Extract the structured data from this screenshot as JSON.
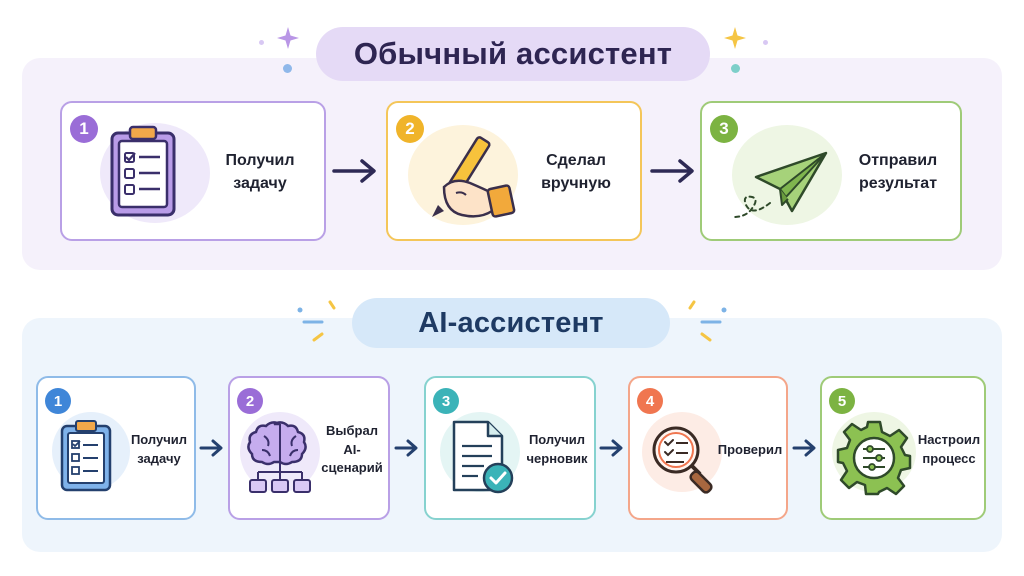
{
  "sections": {
    "regular": {
      "title": "Обычный ассистент",
      "steps": [
        {
          "number": "1",
          "line1": "Получил",
          "line2": "задачу",
          "icon": "clipboard-checklist-icon",
          "color": "#9a6dd7"
        },
        {
          "number": "2",
          "line1": "Сделал",
          "line2": "вручную",
          "icon": "hand-pencil-icon",
          "color": "#f0b42a"
        },
        {
          "number": "3",
          "line1": "Отправил",
          "line2": "результат",
          "icon": "paper-plane-icon",
          "color": "#7cb342"
        }
      ]
    },
    "ai": {
      "title": "AI-ассистент",
      "steps": [
        {
          "number": "1",
          "line1": "Получил",
          "line2": "задачу",
          "icon": "clipboard-checklist-icon",
          "color": "#3f86d8"
        },
        {
          "number": "2",
          "line1": "Выбрал",
          "line2": "AI-сценарий",
          "icon": "brain-flowchart-icon",
          "color": "#9a6dd7"
        },
        {
          "number": "3",
          "line1": "Получил",
          "line2": "черновик",
          "icon": "document-check-icon",
          "color": "#3bb3b8"
        },
        {
          "number": "4",
          "line1": "Проверил",
          "line2": "",
          "icon": "magnifier-checklist-icon",
          "color": "#f07650"
        },
        {
          "number": "5",
          "line1": "Настроил",
          "line2": "процесс",
          "icon": "gear-sliders-icon",
          "color": "#7cb342"
        }
      ]
    }
  }
}
